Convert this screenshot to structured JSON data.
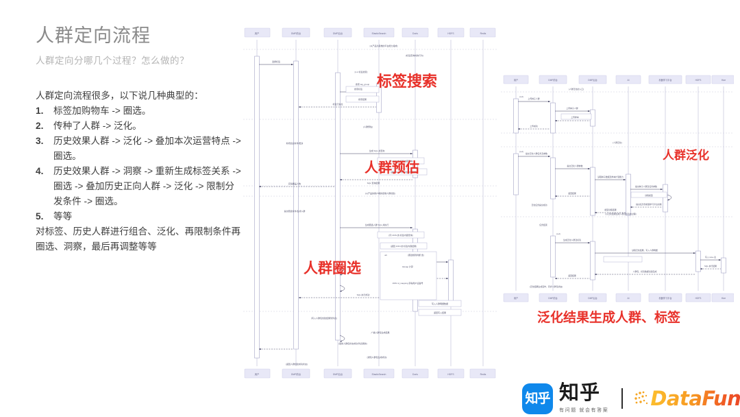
{
  "slide": {
    "title": "人群定向流程",
    "subtitle": "人群定向分哪几个过程？怎么做的？",
    "intro": "人群定向流程很多，以下说几种典型的：",
    "steps": [
      "标签加购物车 -> 圈选。",
      "传种了人群 -> 泛化。",
      "历史效果人群 -> 泛化 -> 叠加本次运营特点 -> 圈选。",
      "历史效果人群 -> 洞察 -> 重新生成标签关系 -> 圈选 -> 叠加历史正向人群 -> 泛化 -> 限制分发条件 -> 圈选。",
      "等等"
    ],
    "outro": "对标签、历史人群进行组合、泛化、再限制条件再圈选、洞察，最后再调整等等"
  },
  "annotations": {
    "tag_search": "标签搜索",
    "crowd_estimate": "人群预估",
    "crowd_select": "人群圈选",
    "crowd_generalize": "人群泛化",
    "generalize_result": "泛化结果生成人群、标签"
  },
  "diagram_left": {
    "name": "crowd-targeting-sequence-diagram",
    "lifelines": [
      "用户",
      "DMP 前台",
      "DMP 后台",
      "ElasticSearch",
      "Doris",
      "HDFS",
      "Redis"
    ],
    "messages": [
      "选择标签",
      "[以产品为思维的平台能力组成]",
      "[标签查询时的行为]",
      "[1.2 -- 标签搜索]",
      "搜索标签",
      "搜索 tag_group",
      "搜索结果",
      "标签元信息",
      "[人群预估]",
      "新增加边条件/更多",
      "生成 SQL 并查询",
      "[同 JOIN 的 标签内容查询]",
      "[返回 标签对应的查询结果]",
      "SQL 查询结果",
      "获得覆盖人数",
      "[以产品的客户端的思维人群创建]",
      "提交圈选条件/生成人群",
      "生成圈选人群 SQL 并执行",
      "[同 JOIN 的 标签内容查询]",
      "[返回 JOIN 的 标签内容结果]",
      "alt",
      "[圈选规则判断 含]",
      "bitmap 计算",
      "JOIN id_mapping 获得用户设备号",
      "写入人群明细数据",
      "返回写入结果",
      "SQL 执行成功",
      "[写入人群包创建结果到列表]",
      "[更新人群包状态成功/列表刷新]",
      "[通知人群包生成成功]",
      "[返回人群创建成功状态]",
      "广播人群包生成结果"
    ]
  },
  "diagram_right": {
    "name": "crowd-generalization-sequence-diagram",
    "lifelines": [
      "用户",
      "DMP 前台",
      "DMP 后台",
      "AI",
      "机器学习平台",
      "HDFS",
      "Hive"
    ],
    "messages": [
      "[人群泛化的入口]",
      "[ref]",
      "上传种子人群",
      "上传种子人群",
      "上传样本",
      "上传成功",
      "[ref]",
      "提交泛化人群任务及参数",
      "提交泛化人群参数",
      "[人群泛化]",
      "读取种子数据及样本扩展能力",
      "提交种子人群及任务参数",
      "训练模型",
      "提交任务到机器学习平台训练",
      "写入训练样本中间结果数据",
      "模型训练结果",
      "返回结果",
      "泛化任务提交成功",
      "任务结束",
      "[以泛化结果生成人群及标签的过程]",
      "[ref]",
      "生成泛化人群及标签",
      "读取泛化结果，写入人群明细",
      "写入 Hive 表",
      "SQL 执行结果",
      "人群包、标签数据创建完成",
      "返回结果",
      "[泛化结果生成完毕，同步人群包状态]"
    ]
  },
  "footer": {
    "zhihu_mark_text": "知乎",
    "zhihu_wordmark": "知乎",
    "zhihu_tagline": "有问题 就会有答案",
    "datafun_word": "DataFun.",
    "accent_red": "#e8312a",
    "zhihu_blue": "#0f88eb",
    "datafun_orange": "#f79a22",
    "lifeline_box_fill": "#e8e8f7"
  }
}
